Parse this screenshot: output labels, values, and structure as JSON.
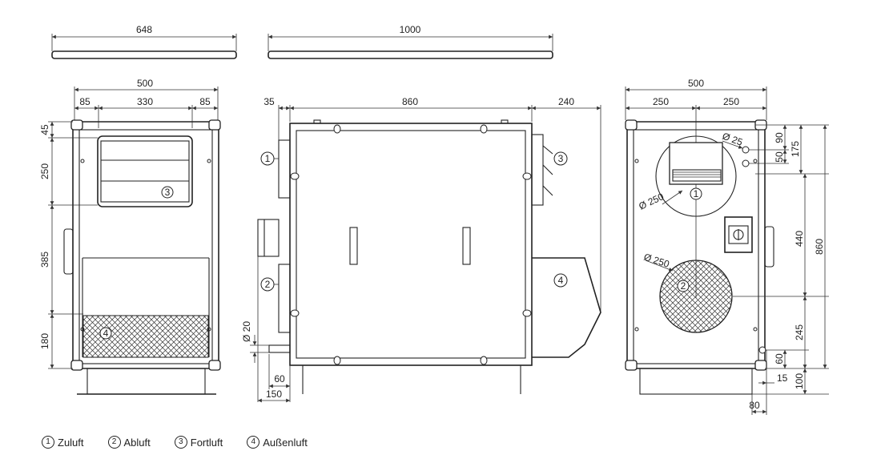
{
  "top_dims": {
    "d648": "648",
    "d1000": "1000"
  },
  "front": {
    "w500": "500",
    "w85a": "85",
    "w330": "330",
    "w85b": "85",
    "h45": "45",
    "h250": "250",
    "h385": "385",
    "h180": "180",
    "m3": "3",
    "m4": "4"
  },
  "side": {
    "w35": "35",
    "w860": "860",
    "w240": "240",
    "d20": "Ø 20",
    "w60": "60",
    "w150": "150",
    "m1": "1",
    "m2": "2",
    "m3": "3",
    "m4": "4"
  },
  "back": {
    "w500": "500",
    "w250a": "250",
    "w250b": "250",
    "d25": "Ø 25",
    "d250a": "Ø 250",
    "d250b": "Ø 250",
    "h90": "90",
    "h50": "50",
    "h175": "175",
    "h440": "440",
    "h860": "860",
    "h245": "245",
    "h60": "60",
    "h100": "100",
    "w15": "15",
    "w80": "80",
    "m1": "1",
    "m2": "2"
  },
  "legend": [
    {
      "num": "1",
      "label": "Zuluft"
    },
    {
      "num": "2",
      "label": "Abluft"
    },
    {
      "num": "3",
      "label": "Fortluft"
    },
    {
      "num": "4",
      "label": "Außenluft"
    }
  ]
}
